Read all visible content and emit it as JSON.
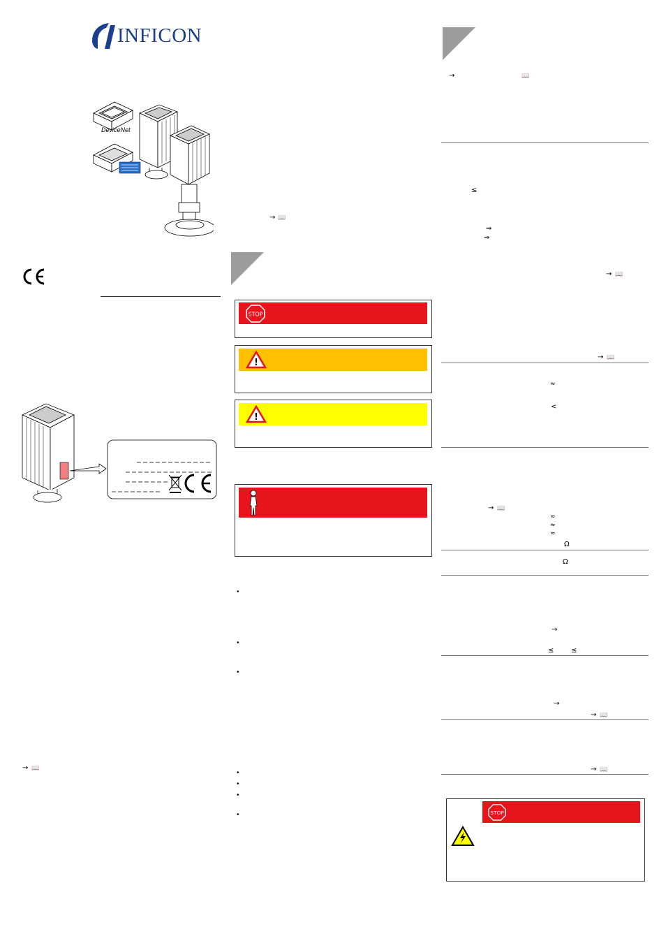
{
  "brand": {
    "name": "INFICON",
    "color": "#1a3f8f"
  },
  "product_labels": {
    "devicenet": "DeviceNet"
  },
  "symbols": {
    "arrow": "→",
    "book": "📖",
    "le": "≤",
    "implies": "⇒",
    "approx": "≈",
    "lt": "<",
    "ohm": "Ω"
  },
  "colors": {
    "danger": "#e8141b",
    "warning": "#ffc000",
    "caution": "#ffff00",
    "gray_section": "#9c9c9c"
  },
  "icons": [
    "ce-mark-icon",
    "stop-icon",
    "warning-triangle-icon",
    "person-icon",
    "electric-shock-icon",
    "weee-bin-icon"
  ]
}
